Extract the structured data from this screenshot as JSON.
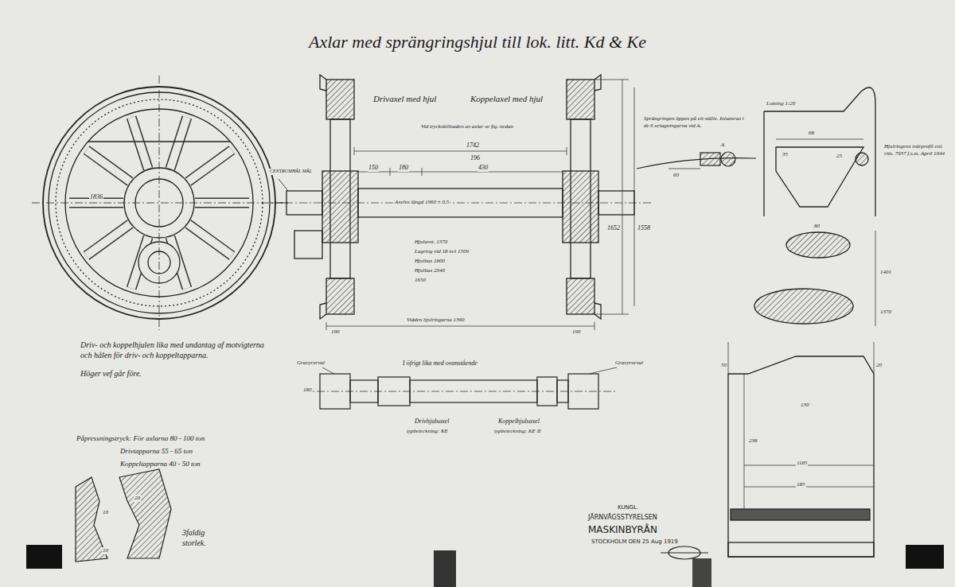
{
  "diagram": {
    "title": "Axlar med sprängringshjul till lok. litt. Kd & Ke",
    "labels": [
      "Drivaxel med hjul",
      "Koppelaxel med hjul",
      "Vid tryckskillnaden av axlar se fig. nedan",
      "1742",
      "196",
      "150",
      "180",
      "430",
      "Axelns längd 1960 ± 0,5",
      "1836",
      "1652",
      "1558",
      "CENTRUMHÅL MÅL",
      "Hjulavst. 1370",
      "Lagring vid 18 m/t 1509",
      "Hjulbas 1800",
      "Hjulbas 2040",
      "1650",
      "Vidden hjulringarna 1360",
      "190",
      "190",
      "Driv- och koppelhjulen lika med undantag af motvigterna och hålen för driv- och koppeltapparna.",
      "Höger vef går före.",
      "Gravyrurval",
      "Gravyrurval",
      "I öfrigt lika med ovanstående",
      "Drivhjulsaxel",
      "typbeteckning: KE",
      "Koppelhjulsaxel",
      "typbeteckning: KE II",
      "180",
      "Påpressningstryck: För axlarna 80 - 100 ton",
      "Drivtapparna 55 - 65 ton",
      "Koppeltapparna 40 - 50 ton",
      "3faldig storlek.",
      "Sprängringen öppen på ett ställe. Inhamras i de 6 urtagningarna vid A.",
      "A",
      "60",
      "Lutning 1:20",
      "Hjulringens tvärprofil enl. ritn. 7937 f.s.m. April 1944",
      "68",
      "35",
      "25",
      "80",
      "1401",
      "1370",
      "130",
      "238",
      "1185",
      "185",
      "50",
      "20",
      "KUNGL.",
      "JÄRNVÄGSSTYRELSEN",
      "MASKINBYRÅN",
      "STOCKHOLM DEN 25 Aug 1919",
      "10",
      "10",
      "20"
    ]
  }
}
